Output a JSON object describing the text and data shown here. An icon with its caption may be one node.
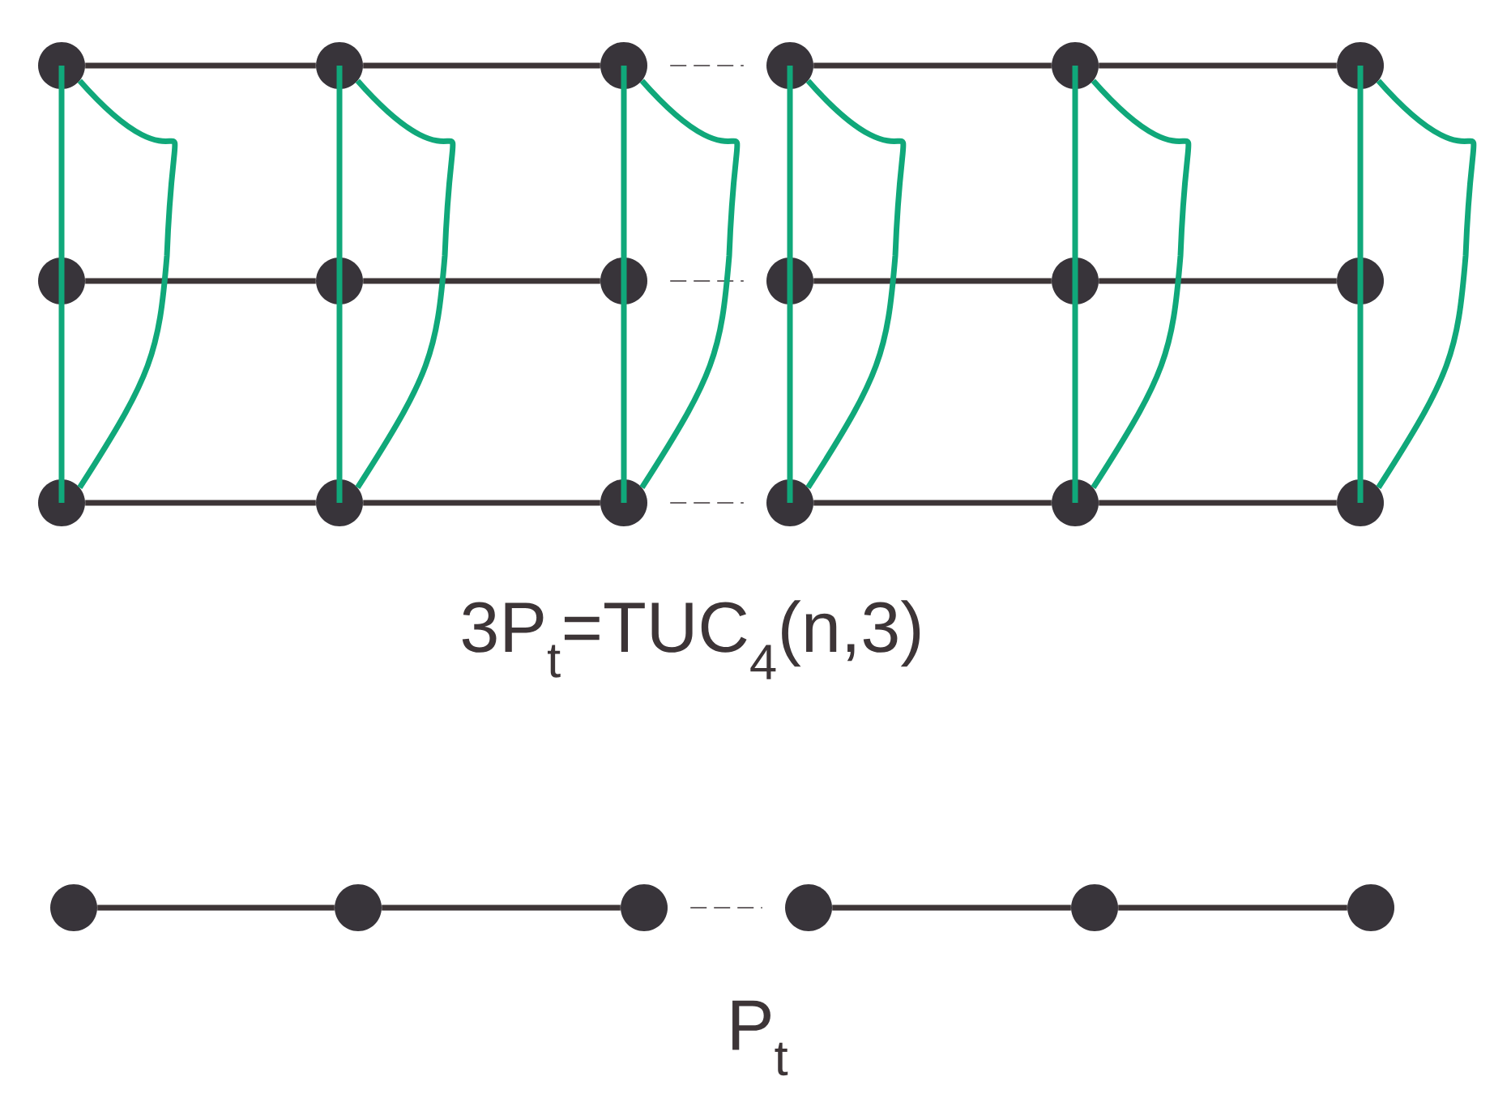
{
  "diagram": {
    "nodes": [
      {
        "text": [],
        "shape": "circle"
      },
      {
        "text": [],
        "shape": "circle"
      },
      {
        "text": [],
        "shape": "circle"
      },
      {
        "text": [],
        "shape": "circle"
      },
      {
        "text": [],
        "shape": "circle"
      },
      {
        "text": [],
        "shape": "circle"
      },
      {
        "text": [],
        "shape": "circle"
      },
      {
        "text": [],
        "shape": "circle"
      },
      {
        "text": [],
        "shape": "circle"
      },
      {
        "text": [],
        "shape": "circle"
      },
      {
        "text": [],
        "shape": "circle"
      },
      {
        "text": [],
        "shape": "circle"
      },
      {
        "text": [],
        "shape": "circle"
      },
      {
        "text": [],
        "shape": "circle"
      },
      {
        "text": [],
        "shape": "circle"
      },
      {
        "text": [],
        "shape": "circle"
      },
      {
        "text": [],
        "shape": "circle"
      },
      {
        "text": [],
        "shape": "circle"
      },
      {
        "text": [],
        "shape": "circle"
      },
      {
        "text": [],
        "shape": "circle"
      },
      {
        "text": [],
        "shape": "circle"
      },
      {
        "text": [],
        "shape": "circle"
      },
      {
        "text": [],
        "shape": "circle"
      },
      {
        "text": [],
        "shape": "circle"
      }
    ],
    "edges": [
      {
        "from": 0,
        "to": 1,
        "arrow": "none"
      },
      {
        "from": 1,
        "to": 2,
        "arrow": "none"
      },
      {
        "from": 2,
        "to": 3,
        "arrow": "none",
        "style": "dashed"
      },
      {
        "from": 3,
        "to": 4,
        "arrow": "none"
      },
      {
        "from": 4,
        "to": 5,
        "arrow": "none"
      },
      {
        "from": 6,
        "to": 7,
        "arrow": "none"
      },
      {
        "from": 7,
        "to": 8,
        "arrow": "none"
      },
      {
        "from": 8,
        "to": 9,
        "arrow": "none",
        "style": "dashed"
      },
      {
        "from": 9,
        "to": 10,
        "arrow": "none"
      },
      {
        "from": 10,
        "to": 11,
        "arrow": "none"
      },
      {
        "from": 12,
        "to": 13,
        "arrow": "none"
      },
      {
        "from": 13,
        "to": 14,
        "arrow": "none"
      },
      {
        "from": 14,
        "to": 15,
        "arrow": "none",
        "style": "dashed"
      },
      {
        "from": 15,
        "to": 16,
        "arrow": "none"
      },
      {
        "from": 16,
        "to": 17,
        "arrow": "none"
      },
      {
        "from": 0,
        "to": 6,
        "arrow": "none",
        "color": "#10a87a"
      },
      {
        "from": 6,
        "to": 12,
        "arrow": "none",
        "color": "#10a87a"
      },
      {
        "from": 0,
        "to": 12,
        "arrow": "none",
        "color": "#10a87a"
      },
      {
        "from": 1,
        "to": 7,
        "arrow": "none",
        "color": "#10a87a"
      },
      {
        "from": 7,
        "to": 13,
        "arrow": "none",
        "color": "#10a87a"
      },
      {
        "from": 1,
        "to": 13,
        "arrow": "none",
        "color": "#10a87a"
      },
      {
        "from": 2,
        "to": 8,
        "arrow": "none",
        "color": "#10a87a"
      },
      {
        "from": 8,
        "to": 14,
        "arrow": "none",
        "color": "#10a87a"
      },
      {
        "from": 2,
        "to": 14,
        "arrow": "none",
        "color": "#10a87a"
      },
      {
        "from": 3,
        "to": 9,
        "arrow": "none",
        "color": "#10a87a"
      },
      {
        "from": 9,
        "to": 15,
        "arrow": "none",
        "color": "#10a87a"
      },
      {
        "from": 3,
        "to": 15,
        "arrow": "none",
        "color": "#10a87a"
      },
      {
        "from": 4,
        "to": 10,
        "arrow": "none",
        "color": "#10a87a"
      },
      {
        "from": 10,
        "to": 16,
        "arrow": "none",
        "color": "#10a87a"
      },
      {
        "from": 4,
        "to": 16,
        "arrow": "none",
        "color": "#10a87a"
      },
      {
        "from": 5,
        "to": 11,
        "arrow": "none",
        "color": "#10a87a"
      },
      {
        "from": 11,
        "to": 17,
        "arrow": "none",
        "color": "#10a87a"
      },
      {
        "from": 5,
        "to": 17,
        "arrow": "none",
        "color": "#10a87a"
      },
      {
        "from": 18,
        "to": 19,
        "arrow": "none"
      },
      {
        "from": 19,
        "to": 20,
        "arrow": "none"
      },
      {
        "from": 20,
        "to": 21,
        "arrow": "none",
        "style": "dashed"
      },
      {
        "from": 21,
        "to": 22,
        "arrow": "none"
      },
      {
        "from": 22,
        "to": 23,
        "arrow": "none"
      }
    ],
    "labels": [
      "3P$_{t}$=TUC$_{4}$(n,3)",
      "P$_{t}$"
    ]
  }
}
